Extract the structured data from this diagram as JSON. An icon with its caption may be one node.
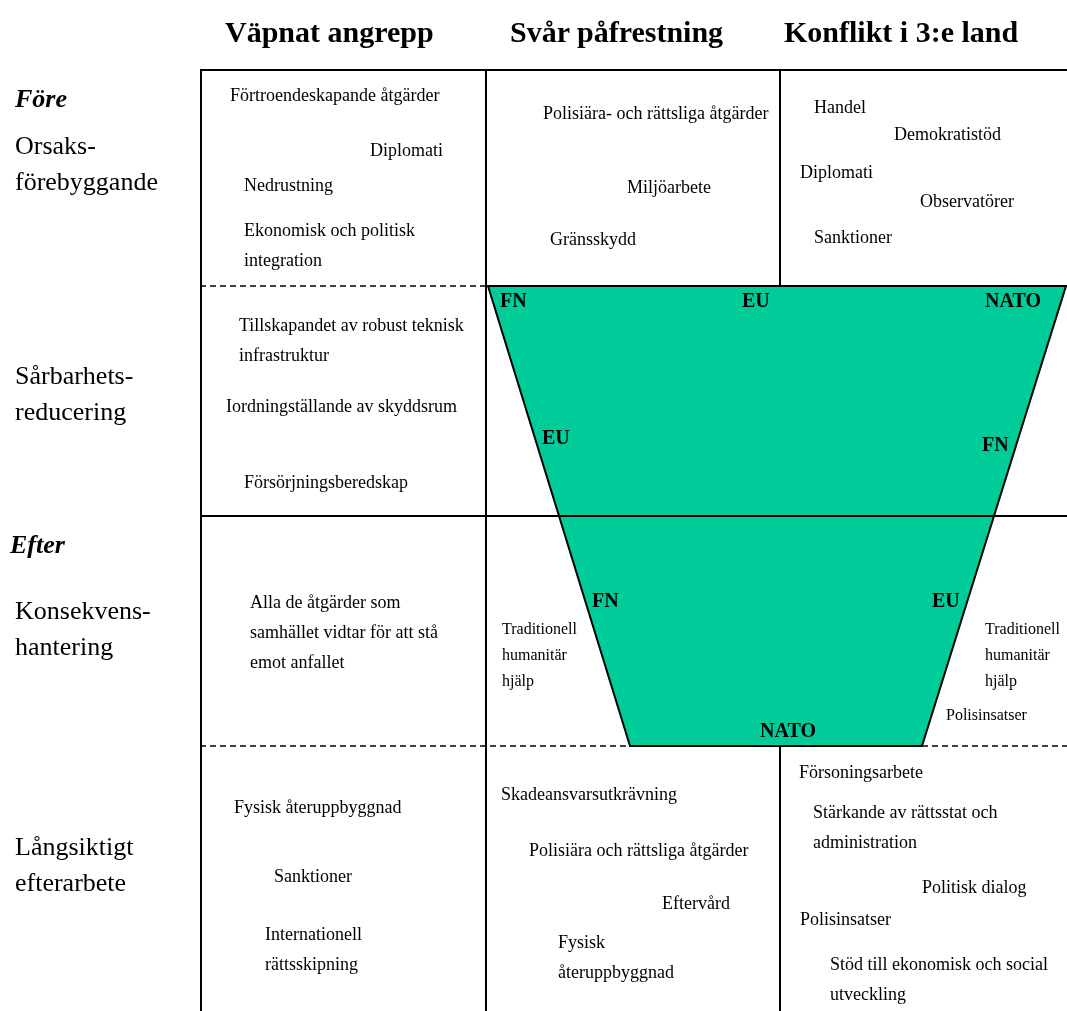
{
  "diagram": {
    "nodes": [
      {
        "text": [
          "Förtroendeskapande åtgärder",
          "Diplomati",
          "Nedrustning",
          "Ekonomisk och politisk integration"
        ]
      },
      {
        "text": [
          "Polisiära- och rättsliga åtgärder",
          "Miljöarbete",
          "Gränsskydd"
        ]
      },
      {
        "text": [
          "Handel",
          "Demokratistöd",
          "Diplomati",
          "Observatörer",
          "Sanktioner"
        ]
      },
      {
        "text": [
          "Tillskapandet av robust teknisk infrastruktur",
          "Iordningställande av skyddsrum",
          "Försörjningsberedskap"
        ]
      },
      {
        "text": [
          "Alla de åtgärder som samhället vidtar för att stå emot anfallet"
        ]
      },
      {
        "text": [
          "Traditionell humanitär hjälp"
        ]
      },
      {
        "text": [
          "Traditionell humanitär hjälp",
          "Polisinsatser"
        ]
      },
      {
        "text": [
          "Fysisk återuppbyggnad",
          "Sanktioner",
          "Internationell rättsskipning"
        ]
      },
      {
        "text": [
          "Skadeansvarsutkrävning",
          "Polisiära och rättsliga åtgärder",
          "Eftervård",
          "Fysisk återuppbyggnad"
        ]
      },
      {
        "text": [
          "Försoningsarbete",
          "Stärkande av rättsstat och administration",
          "Politisk dialog",
          "Polisinsatser",
          "Stöd till ekonomisk och social utveckling"
        ]
      }
    ],
    "labels": [
      "Väpnat angrepp",
      "Svår påfrestning",
      "Konflikt i 3:e land",
      "Före",
      "Orsaks- förebyggande",
      "FN",
      "EU",
      "NATO",
      "Sårbarhets- reducering",
      "EU",
      "FN",
      "Efter",
      "Konsekvens- hantering",
      "FN",
      "EU",
      "NATO",
      "Långsiktigt efterarbete"
    ]
  }
}
